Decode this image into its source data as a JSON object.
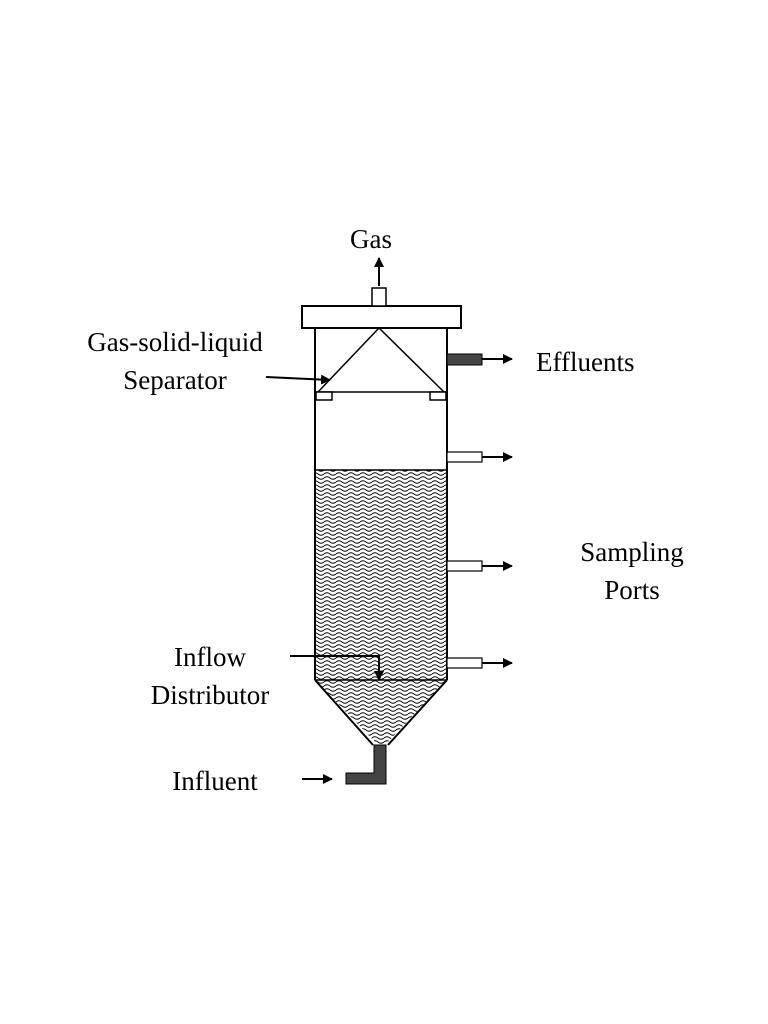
{
  "labels": {
    "gas": "Gas",
    "separator_line1": "Gas-solid-liquid",
    "separator_line2": "Separator",
    "effluents": "Effluents",
    "sampling_line1": "Sampling",
    "sampling_line2": "Ports",
    "distributor_line1": "Inflow",
    "distributor_line2": "Distributor",
    "influent": "Influent"
  },
  "colors": {
    "stroke": "#000000",
    "pipe_dark": "#444444",
    "background": "#ffffff"
  }
}
